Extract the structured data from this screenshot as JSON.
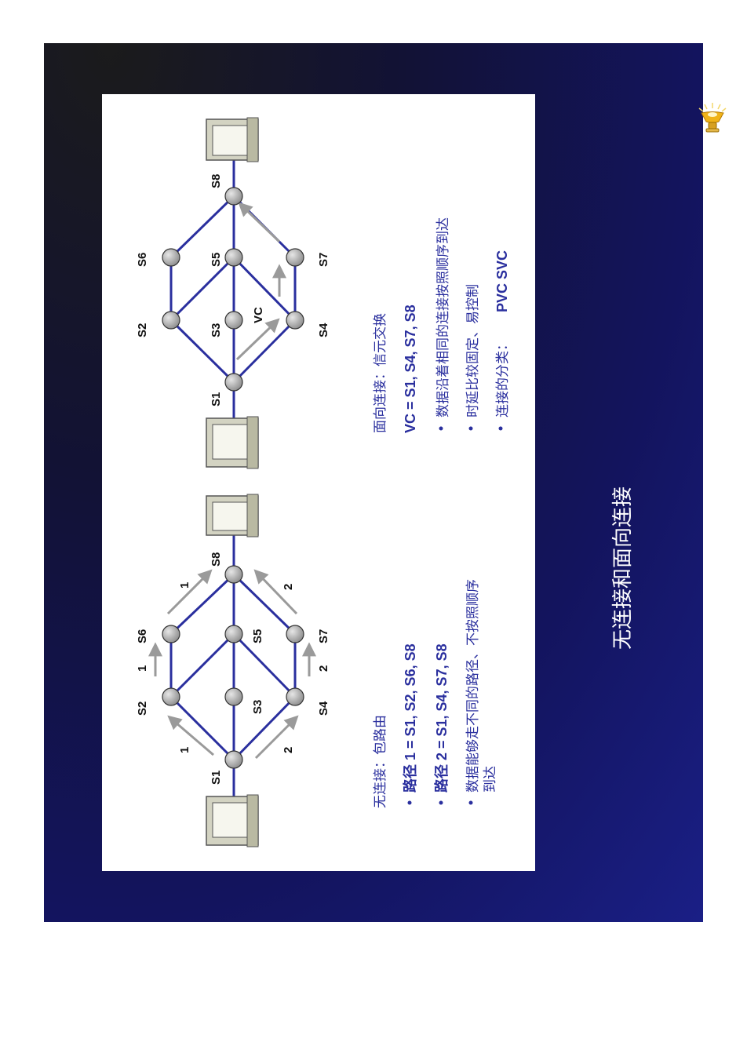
{
  "slide": {
    "title": "无连接和面向连接",
    "icon": "lamp-icon",
    "colors": {
      "background": "#13145e",
      "panel": "#ffffff",
      "link": "#2a2f9e",
      "node": "#b8b8b8",
      "arrow": "#9a9a9a"
    }
  },
  "datagram": {
    "heading": "无连接：包路由",
    "bullets": [
      "路径 1 = S1, S2, S6, S8",
      "路径 2 = S1, S4, S7, S8",
      "数据能够走不同的路径、不按照顺序",
      "到达"
    ],
    "nodes": [
      "S1",
      "S2",
      "S3",
      "S4",
      "S5",
      "S6",
      "S7",
      "S8"
    ],
    "arrow_labels": [
      "1",
      "1",
      "1",
      "2",
      "2",
      "2"
    ]
  },
  "virtual_circuit": {
    "heading": "面向连接：信元交换",
    "vc_line": "VC = S1, S4, S7, S8",
    "bullets": [
      "数据沿着相同的连接按照顺序到达",
      "时延比较固定、易控制",
      "连接的分类："
    ],
    "types": "PVC   SVC",
    "vc_label": "VC",
    "nodes": [
      "S1",
      "S2",
      "S3",
      "S4",
      "S5",
      "S6",
      "S7",
      "S8"
    ]
  }
}
